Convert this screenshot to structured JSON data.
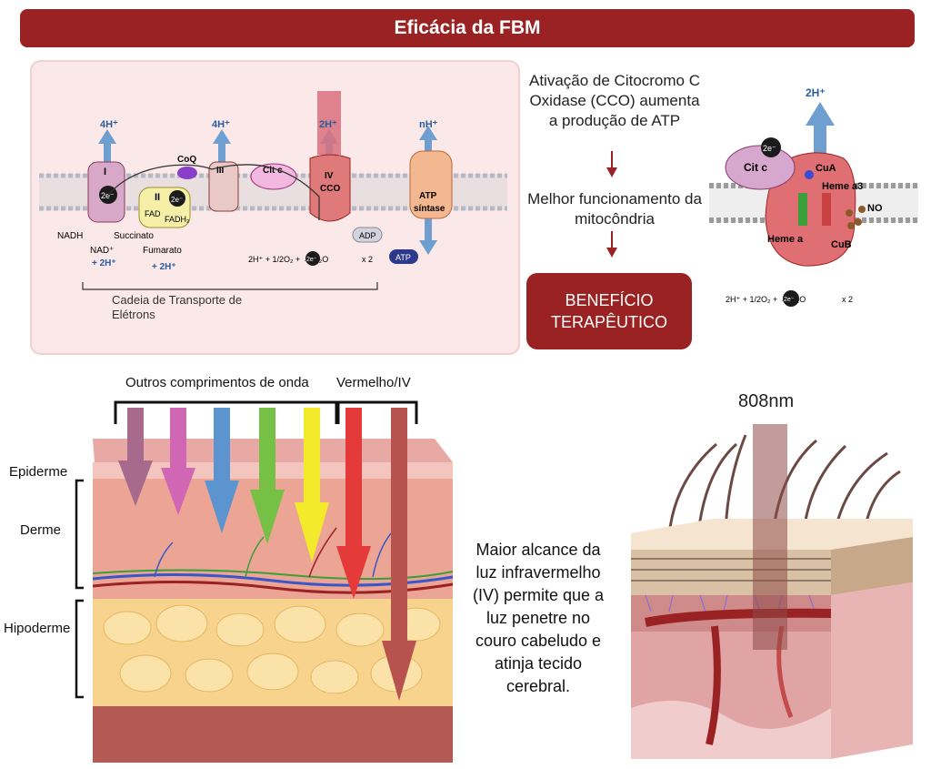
{
  "header": {
    "title": "Eficácia da FBM"
  },
  "etc": {
    "protons_I": "4H⁺",
    "protons_III": "4H⁺",
    "protons_IV": "2H⁺",
    "protons_atp": "nH⁺",
    "complex_I": "I",
    "complex_II": "II",
    "complex_III": "III",
    "coq": "CoQ",
    "cit_c": "Cit c",
    "complex_IV": "IV",
    "cco": "CCO",
    "atp_synthase_1": "ATP",
    "atp_synthase_2": "síntase",
    "electron": "2e⁻",
    "fad": "FAD",
    "fadh2": "FADH₂",
    "nadh": "NADH",
    "succinato": "Succinato",
    "nad_plus": "NAD⁺",
    "nad_2h": "+ 2H⁺",
    "fumarato": "Fumarato",
    "fumarato_2h": "+ 2H⁺",
    "adp": "ADP",
    "atp": "ATP",
    "reaction": "2H⁺ + 1/2O₂ +    → H₂O",
    "reaction_mult": "x 2",
    "chain_label_1": "Cadeia de Transporte de",
    "chain_label_2": "Elétrons"
  },
  "flow": {
    "step1": "Ativação de Citocromo C Oxidase (CCO) aumenta a produção de ATP",
    "step2": "Melhor funcionamento da mitocôndria",
    "benefit": "BENEFÍCIO TERAPÊUTICO"
  },
  "cco_detail": {
    "protons": "2H⁺",
    "electron": "2e⁻",
    "cit_c": "Cit c",
    "cua": "CuA",
    "heme_a3": "Heme a3",
    "no": "NO",
    "heme_a": "Heme a",
    "cub": "CuB",
    "reaction": "2H⁺ + 1/2O₂ +    → H₂O",
    "reaction_mult": "x 2"
  },
  "skin": {
    "other_wavelengths": "Outros comprimentos de onda",
    "red_ir": "Vermelho/IV",
    "epiderme": "Epiderme",
    "derme": "Derme",
    "hipoderme": "Hipoderme"
  },
  "scalp": {
    "wavelength": "808nm",
    "caption": "Maior alcance da luz infravermelho (IV) permite que a luz penetre no couro cabeludo e atinja tecido cerebral."
  }
}
